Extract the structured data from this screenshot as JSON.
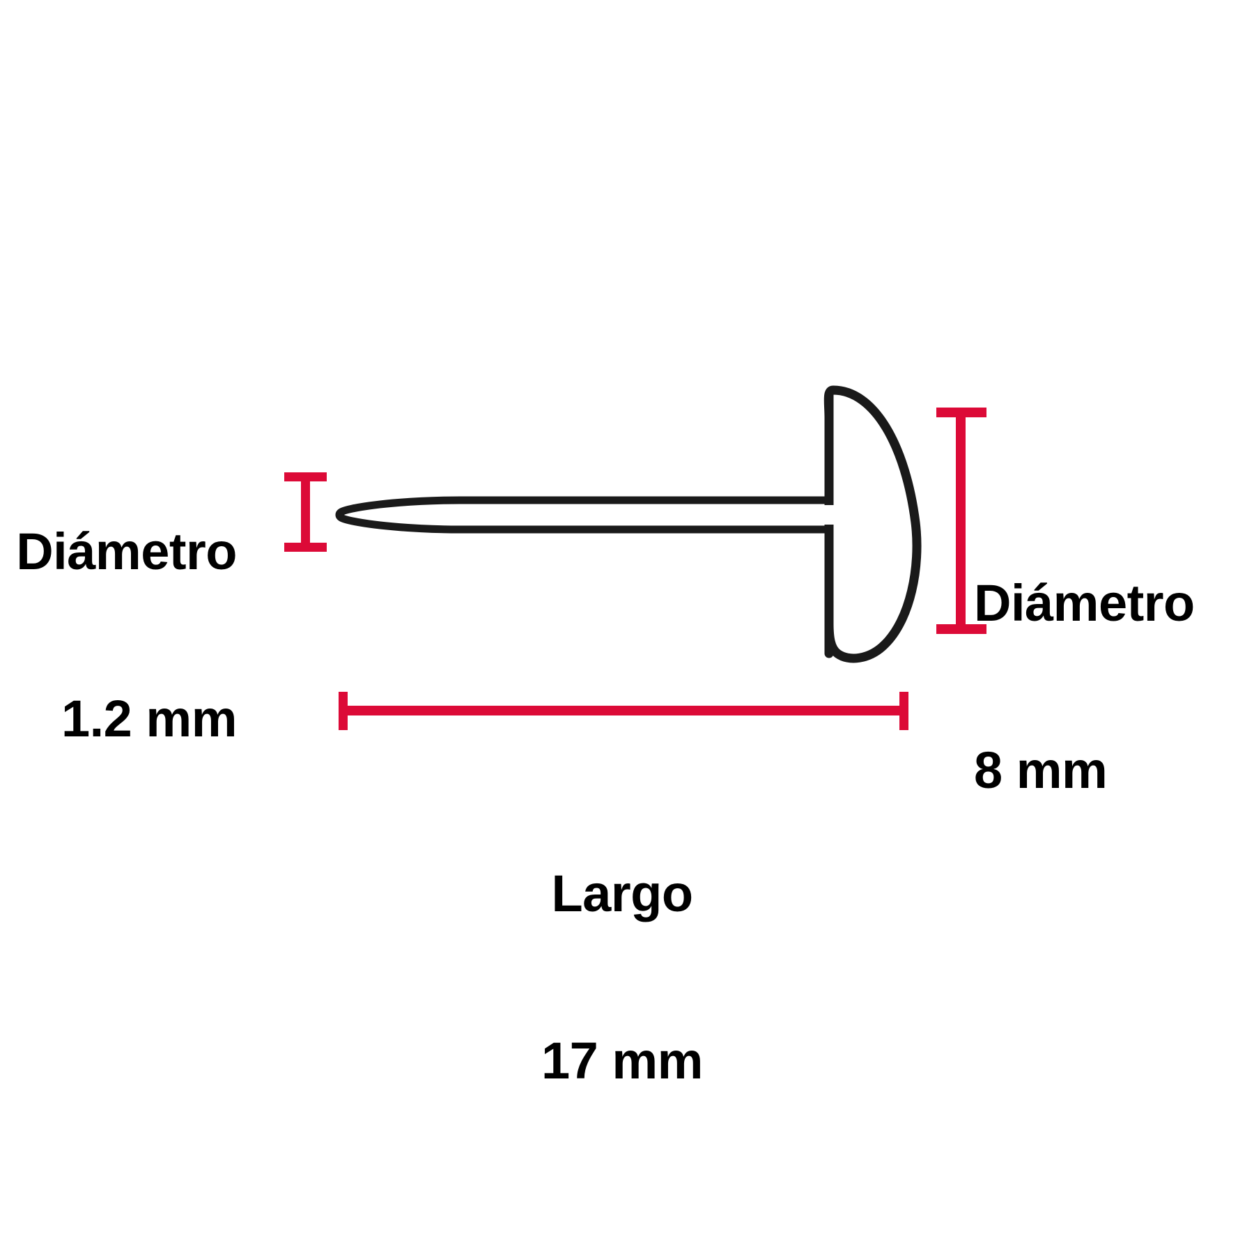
{
  "diagram": {
    "kind": "technical-dimension-drawing",
    "subject": "nail-with-round-head",
    "background_color": "#FFFFFF",
    "outline_color": "#1A1A1A",
    "dimension_color": "#DC0A37",
    "text_color": "#000000"
  },
  "dimensions": {
    "shaft_diameter": {
      "name": "diameter-shaft",
      "title": "Diámetro",
      "value": "1.2 mm",
      "number": 1.2,
      "unit": "mm",
      "orientation": "vertical",
      "position": "left"
    },
    "head_diameter": {
      "name": "diameter-head",
      "title": "Diámetro",
      "value": "8 mm",
      "number": 8,
      "unit": "mm",
      "orientation": "vertical",
      "position": "right"
    },
    "length": {
      "name": "length",
      "title": "Largo",
      "value": "17 mm",
      "number": 17,
      "unit": "mm",
      "orientation": "horizontal",
      "position": "bottom"
    }
  }
}
